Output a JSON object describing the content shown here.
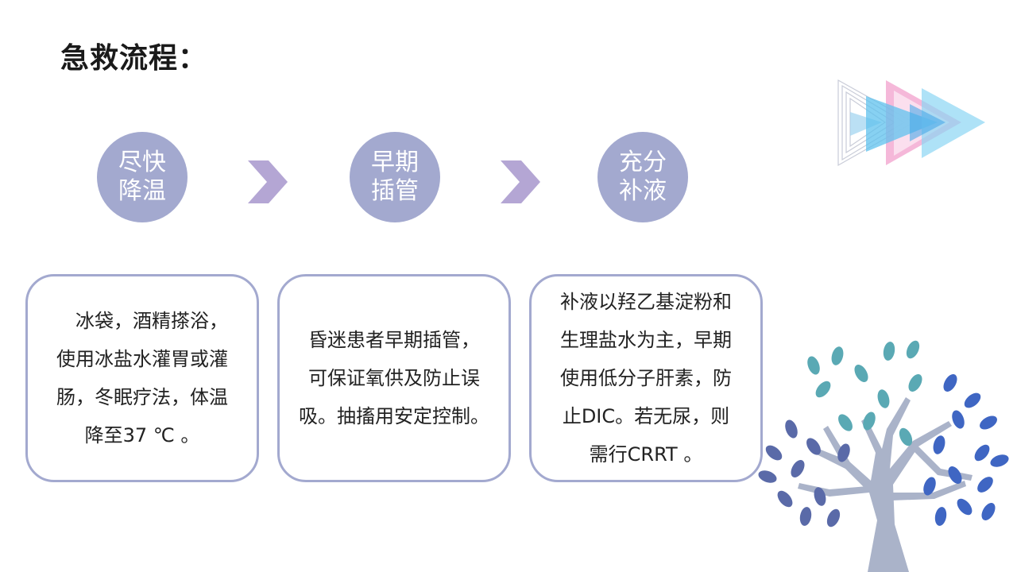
{
  "title": "急救流程：",
  "steps": [
    {
      "line1": "尽快",
      "line2": "降温"
    },
    {
      "line1": "早期",
      "line2": "插管"
    },
    {
      "line1": "充分",
      "line2": "补液"
    }
  ],
  "boxes": [
    {
      "text": "　冰袋，酒精搽浴，\n使用冰盐水灌胃或灌\n肠，冬眠疗法，体温\n降至37 ℃ 。"
    },
    {
      "text": "昏迷患者早期插管，\n可保证氧供及防止误\n吸。抽搐用安定控制。"
    },
    {
      "text": "补液以羟乙基淀粉和\n生理盐水为主，早期\n使用低分子肝素，防\n止DIC。若无尿，则\n需行CRRT 。"
    }
  ],
  "colors": {
    "circle": "#a3a9cf",
    "arrow": "#b4a6d4",
    "box_border": "#a3a9cf",
    "tree_trunk": "#aab3c9",
    "leaf_teal": "#5aa9b4",
    "leaf_blue": "#3f66c3",
    "leaf_navy": "#5a6aa8"
  },
  "icons": {
    "arrow": "chevron-right-icon",
    "decoration": "triangles-decoration",
    "tree": "tree-illustration"
  }
}
